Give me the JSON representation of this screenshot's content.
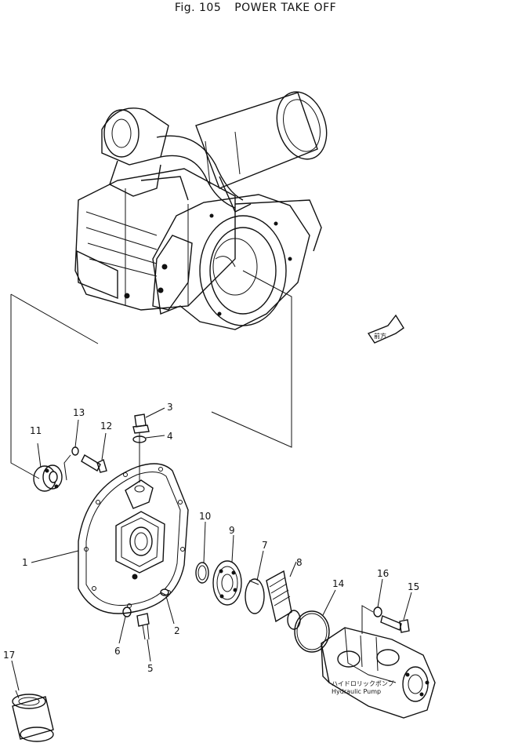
{
  "figure": {
    "number": "Fig. 105",
    "title": "POWER TAKE OFF"
  },
  "callouts": [
    "1",
    "2",
    "3",
    "4",
    "5",
    "6",
    "7",
    "8",
    "9",
    "10",
    "11",
    "12",
    "13",
    "14",
    "15",
    "16",
    "17"
  ],
  "pump_label": {
    "japanese": "ハイドロリックポンプ",
    "english": "Hydraulic Pump"
  },
  "direction_marker": "前方"
}
